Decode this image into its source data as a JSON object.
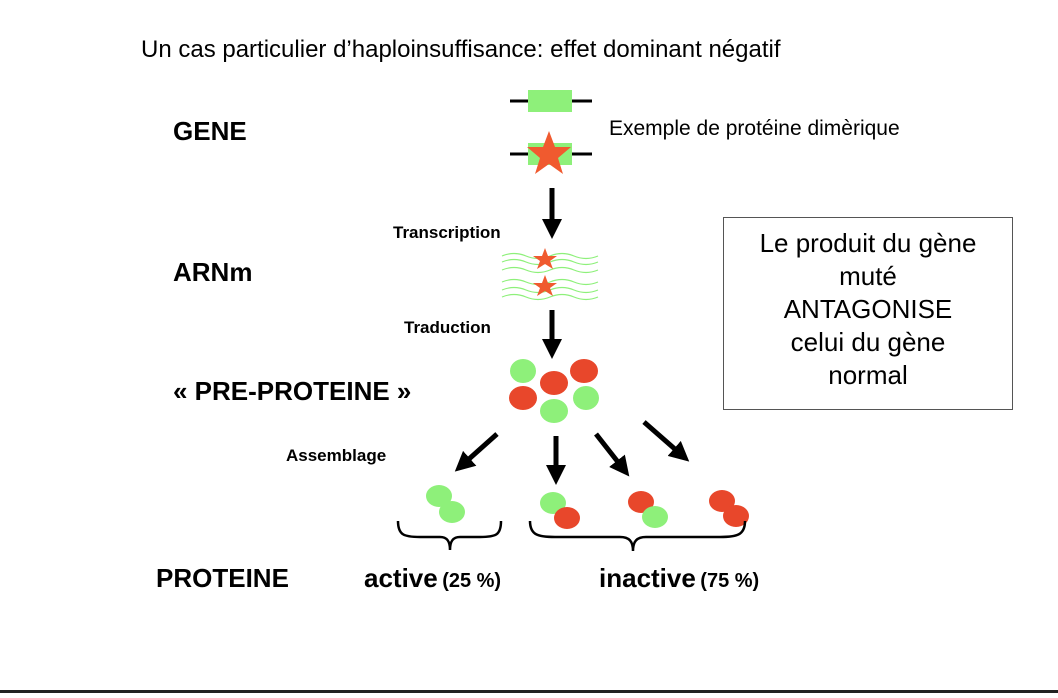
{
  "title": "Un cas particulier d’haploinsuffisance: effet dominant négatif",
  "labels": {
    "gene": "GENE",
    "arnm": "ARNm",
    "pre_proteine": "« PRE-PROTEINE »",
    "proteine": "PROTEINE"
  },
  "steps": {
    "transcription": "Transcription",
    "traduction": "Traduction",
    "assemblage": "Assemblage"
  },
  "example_note": "Exemple de protéine dimèrique",
  "info_box": {
    "lines": [
      "Le produit du gène",
      "muté",
      "ANTAGONISE",
      "celui du gène",
      "normal"
    ]
  },
  "outcomes": {
    "active": {
      "label": "active",
      "percent": "(25 %)"
    },
    "inactive": {
      "label": "inactive",
      "percent": "(75 %)"
    }
  },
  "colors": {
    "normal": "#8ef07a",
    "mutant": "#e8472b",
    "star": "#f05a2f"
  }
}
